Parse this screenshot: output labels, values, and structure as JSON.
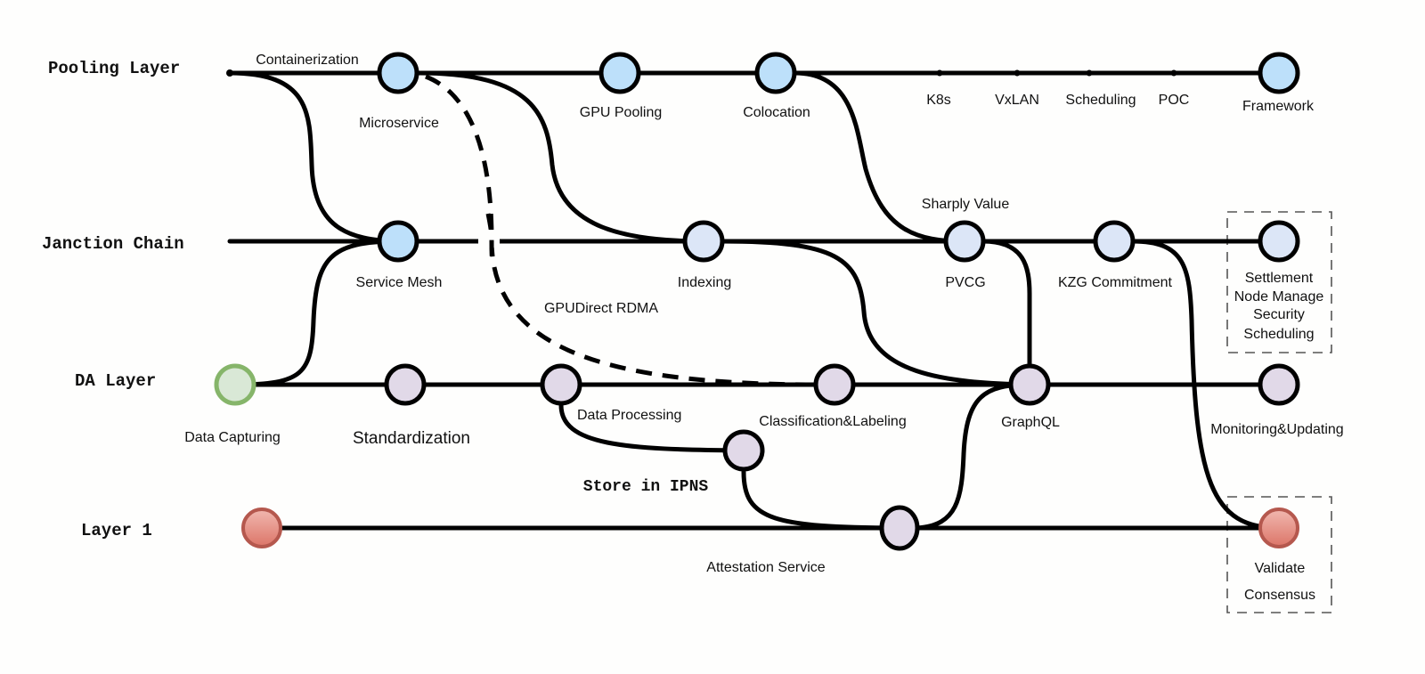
{
  "colors": {
    "pool": "#bde0fa",
    "chain": "#dce6f7",
    "da": "#e1d9e8",
    "capture_fill": "#d9e8d6",
    "capture_stroke": "#86b56a",
    "l1_fill_top": "#f1b8b0",
    "l1_fill_bottom": "#dc7568",
    "l1_stroke": "#b5584e",
    "line": "#000000"
  },
  "lanes": [
    {
      "id": "pool",
      "label": "Pooling Layer"
    },
    {
      "id": "chain",
      "label": "Janction Chain"
    },
    {
      "id": "da",
      "label": "DA Layer"
    },
    {
      "id": "l1",
      "label": "Layer 1"
    }
  ],
  "nodes": [
    {
      "id": "microservice",
      "label": "Microservice",
      "style": "pool"
    },
    {
      "id": "gpu-pooling",
      "label": "GPU Pooling",
      "style": "pool"
    },
    {
      "id": "colocation",
      "label": "Colocation",
      "style": "pool"
    },
    {
      "id": "framework",
      "label": "Framework",
      "style": "pool"
    },
    {
      "id": "service-mesh",
      "label": "Service Mesh",
      "style": "pool"
    },
    {
      "id": "indexing",
      "label": "Indexing",
      "style": "chain"
    },
    {
      "id": "pvcg",
      "label": "PVCG",
      "style": "chain"
    },
    {
      "id": "kzg",
      "label": "KZG Commitment",
      "style": "chain"
    },
    {
      "id": "settlement",
      "label": "Settlement\nNode Manage\nSecurity\nScheduling",
      "style": "chain"
    },
    {
      "id": "data-capturing",
      "label": "Data Capturing",
      "style": "capture"
    },
    {
      "id": "standardization",
      "label": "Standardization",
      "style": "da"
    },
    {
      "id": "data-processing",
      "label": "Data Processing",
      "style": "da"
    },
    {
      "id": "classification",
      "label": "Classification&Labeling",
      "style": "da"
    },
    {
      "id": "graphql",
      "label": "GraphQL",
      "style": "da"
    },
    {
      "id": "monitoring",
      "label": "Monitoring&Updating",
      "style": "da"
    },
    {
      "id": "ipns",
      "label": "Store in IPNS",
      "style": "da"
    },
    {
      "id": "layer1-start",
      "label": "",
      "style": "l1"
    },
    {
      "id": "attestation",
      "label": "Attestation Service",
      "style": "da"
    },
    {
      "id": "validate",
      "label": "Validate\nConsensus",
      "style": "l1"
    }
  ],
  "waypoints": [
    {
      "id": "k8s",
      "label": "K8s"
    },
    {
      "id": "vxlan",
      "label": "VxLAN"
    },
    {
      "id": "scheduling",
      "label": "Scheduling"
    },
    {
      "id": "poc",
      "label": "POC"
    }
  ],
  "edge_labels": {
    "containerization": "Containerization",
    "sharply_value": "Sharply Value",
    "gpudirect": "GPUDirect RDMA"
  },
  "edges": [
    {
      "from": "pool-start",
      "to": "microservice",
      "type": "solid"
    },
    {
      "from": "microservice",
      "to": "framework",
      "type": "solid"
    },
    {
      "from": "pool-start",
      "to": "service-mesh",
      "type": "solid"
    },
    {
      "from": "microservice",
      "to": "indexing",
      "type": "solid"
    },
    {
      "from": "colocation",
      "to": "pvcg",
      "type": "solid"
    },
    {
      "from": "microservice",
      "to": "classification",
      "type": "dashed",
      "label": "GPUDirect RDMA"
    },
    {
      "from": "chain-start",
      "to": "settlement",
      "type": "solid"
    },
    {
      "from": "data-capturing",
      "to": "service-mesh",
      "type": "solid"
    },
    {
      "from": "indexing",
      "to": "graphql",
      "type": "solid"
    },
    {
      "from": "pvcg",
      "to": "graphql",
      "type": "solid"
    },
    {
      "from": "kzg",
      "to": "validate",
      "type": "solid"
    },
    {
      "from": "data-capturing",
      "to": "monitoring",
      "type": "solid"
    },
    {
      "from": "data-processing",
      "to": "ipns",
      "type": "solid"
    },
    {
      "from": "ipns",
      "to": "attestation",
      "type": "solid"
    },
    {
      "from": "attestation",
      "to": "graphql",
      "type": "solid"
    },
    {
      "from": "layer1-start",
      "to": "validate",
      "type": "solid"
    }
  ]
}
